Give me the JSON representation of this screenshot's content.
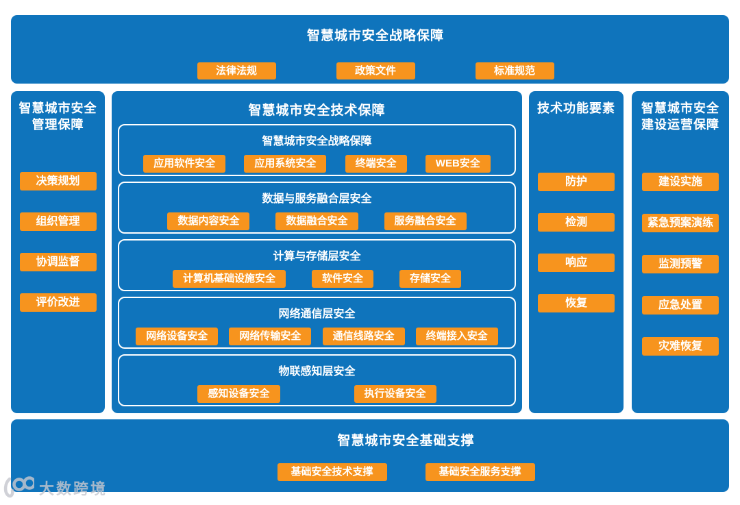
{
  "colors": {
    "panel_blue": "#0F74BC",
    "button_orange": "#F7941E",
    "text_white": "#FFFFFF",
    "watermark_gray": "#C6C8CF"
  },
  "top_banner": {
    "title": "智慧城市安全战略保障",
    "buttons": [
      "法律法规",
      "政策文件",
      "标准规范"
    ]
  },
  "management_column": {
    "title_line1": "智慧城市安全",
    "title_line2": "管理保障",
    "buttons": [
      "决策规划",
      "组织管理",
      "协调监督",
      "评价改进"
    ]
  },
  "technical_column": {
    "title": "智慧城市安全技术保障",
    "layers": [
      {
        "label": "智慧城市安全战略保障",
        "buttons": [
          "应用软件安全",
          "应用系统安全",
          "终端安全",
          "WEB安全"
        ]
      },
      {
        "label": "数据与服务融合层安全",
        "buttons": [
          "数据内容安全",
          "数据融合安全",
          "服务融合安全"
        ]
      },
      {
        "label": "计算与存储层安全",
        "buttons": [
          "计算机基础设施安全",
          "软件安全",
          "存储安全"
        ]
      },
      {
        "label": "网络通信层安全",
        "buttons": [
          "网络设备安全",
          "网络传输安全",
          "通信线路安全",
          "终端接入安全"
        ]
      },
      {
        "label": "物联感知层安全",
        "buttons": [
          "感知设备安全",
          "执行设备安全"
        ]
      }
    ]
  },
  "function_column": {
    "title": "技术功能要素",
    "buttons": [
      "防护",
      "检测",
      "响应",
      "恢复"
    ]
  },
  "operation_column": {
    "title_line1": "智慧城市安全",
    "title_line2": "建设运营保障",
    "buttons": [
      "建设实施",
      "紧急预案演练",
      "监测预警",
      "应急处置",
      "灾难恢复"
    ]
  },
  "bottom_banner": {
    "title": "智慧城市安全基础支撑",
    "buttons": [
      "基础安全技术支撑",
      "基础安全服务支撑"
    ]
  },
  "watermark": {
    "text": "大数跨境"
  }
}
